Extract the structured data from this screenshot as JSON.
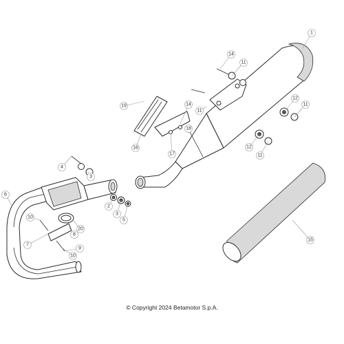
{
  "copyright": "© Copyright 2024 Betamotor S.p.A.",
  "callouts": [
    "1",
    "2",
    "3",
    "3",
    "4",
    "5",
    "6",
    "7",
    "8",
    "9",
    "10",
    "10",
    "11",
    "11",
    "11",
    "11",
    "12",
    "12",
    "14",
    "14",
    "15",
    "16",
    "17",
    "18",
    "19",
    "20"
  ]
}
